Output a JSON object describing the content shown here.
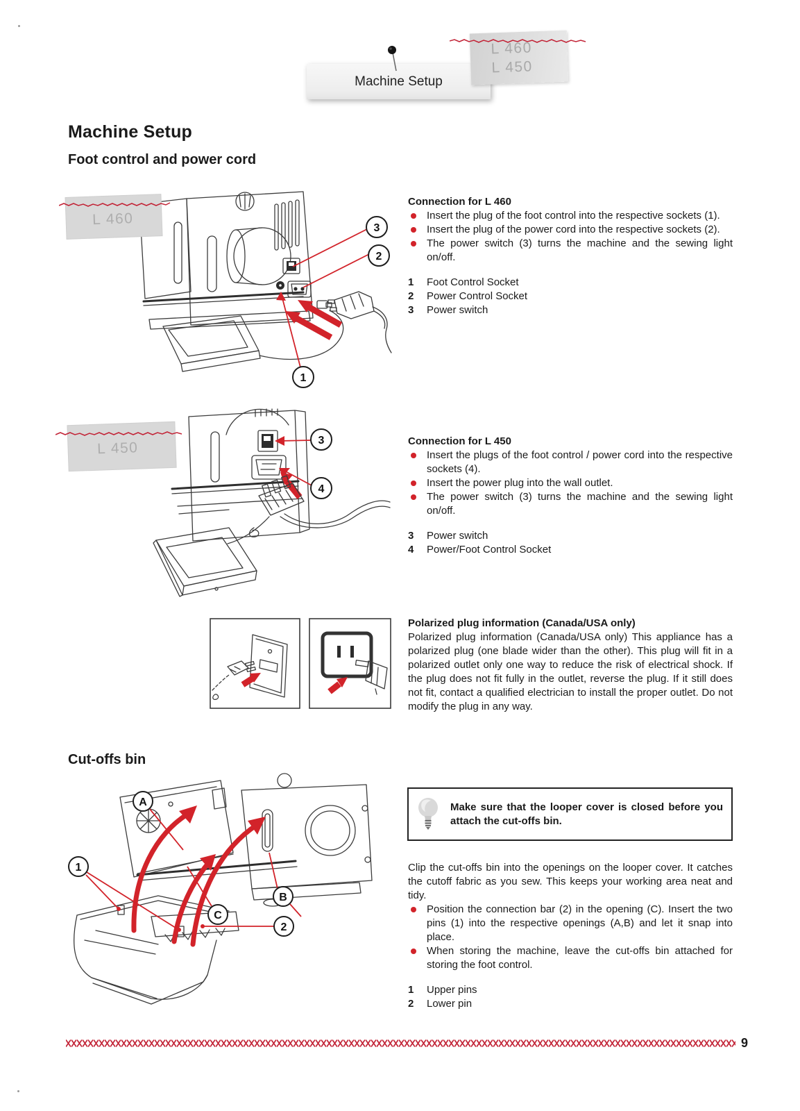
{
  "page": {
    "tab_label": "Machine Setup",
    "model_card": {
      "line1": "L 460",
      "line2": "L 450"
    },
    "number": "9"
  },
  "headings": {
    "main": "Machine Setup",
    "foot_control": "Foot control and power cord",
    "cutoffs": "Cut-offs bin"
  },
  "l460": {
    "card_label": "L 460",
    "heading": "Connection for L 460",
    "bullets": [
      "Insert the plug of the foot control into the respective sockets (1).",
      "Insert the plug of the power cord into the respective sockets (2).",
      "The power switch (3) turns the machine and the sewing light on/off."
    ],
    "legend": [
      {
        "n": "1",
        "label": "Foot Control Socket"
      },
      {
        "n": "2",
        "label": "Power Control Socket"
      },
      {
        "n": "3",
        "label": "Power switch"
      }
    ],
    "callouts": {
      "c1": "1",
      "c2": "2",
      "c3": "3"
    }
  },
  "l450": {
    "card_label": "L 450",
    "heading": "Connection for L 450",
    "bullets": [
      "Insert the plugs of the foot control / power cord into the respective sockets (4).",
      "Insert the power plug into the wall outlet.",
      "The power switch (3) turns the machine and the sewing light on/off."
    ],
    "legend": [
      {
        "n": "3",
        "label": "Power switch"
      },
      {
        "n": "4",
        "label": "Power/Foot Control Socket"
      }
    ],
    "callouts": {
      "c3": "3",
      "c4": "4"
    }
  },
  "polarized": {
    "heading": "Polarized plug information (Canada/USA only)",
    "body": "Polarized plug information (Canada/USA only) This appliance has a polarized plug (one blade wider than the other). This plug will fit in a polarized outlet only one way to reduce the risk of electrical shock. If the plug does not fit fully in the outlet, reverse the plug. If it still does not fit, contact a qualified electrician to install the proper outlet. Do not modify the plug in any way."
  },
  "cutoffs": {
    "note": "Make sure that the looper cover is closed before you attach the cut-offs bin.",
    "body": "Clip the cut-offs bin into the openings on the looper cover. It catches the cutoff fabric as you sew. This keeps your working area neat and tidy.",
    "bullets": [
      "Position the connection bar (2) in the opening (C). Insert the two pins (1) into the respective openings (A,B) and let it snap into place.",
      "When storing the machine, leave the cut-offs bin attached for storing the foot control."
    ],
    "legend": [
      {
        "n": "1",
        "label": "Upper pins"
      },
      {
        "n": "2",
        "label": "Lower pin"
      }
    ],
    "callouts": {
      "a": "A",
      "b": "B",
      "c": "C",
      "n1": "1",
      "n2": "2"
    }
  },
  "colors": {
    "accent_red": "#d2232a",
    "stitch_red": "#c22336"
  }
}
